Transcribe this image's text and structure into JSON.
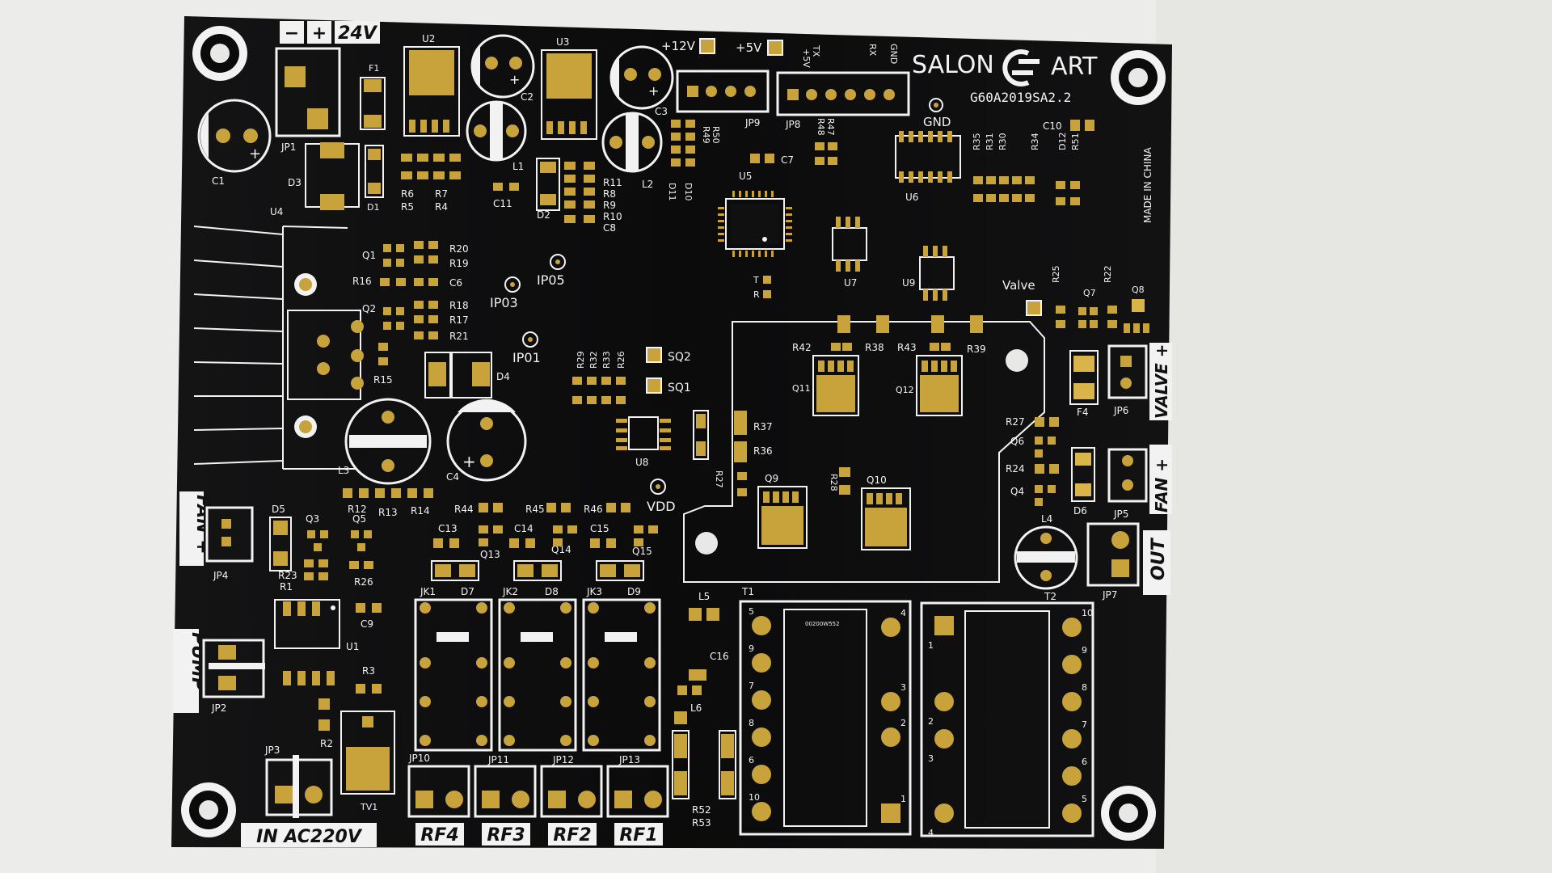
{
  "board": {
    "brand_left": "SALON",
    "brand_right": "ART",
    "part_number": "G60A2019SA2.2",
    "made_in": "MADE IN CHINA",
    "colors": {
      "solder_mask": "#0b0b0c",
      "copper": "#c8a23a",
      "silkscreen": "#f2f2f2",
      "background": "#ececea"
    }
  },
  "tabs": {
    "v24": "24V",
    "minus": "−",
    "plus": "+",
    "fan_left": "FAN +",
    "pump": "PUMP",
    "in_ac": "IN AC220V",
    "rf4": "RF4",
    "rf3": "RF3",
    "rf2": "RF2",
    "rf1": "RF1",
    "valve": "VALVE +",
    "fan_right": "FAN +",
    "out": "OUT"
  },
  "labels": {
    "v12": "+12V",
    "v5": "+5V",
    "tx": "TX",
    "rx": "RX",
    "gnd_pin": "GND",
    "p5v": "+5V",
    "gnd": "GND",
    "valve": "Valve",
    "vdd": "VDD",
    "sq2": "SQ2",
    "sq1": "SQ1",
    "ip01": "IP01",
    "ip03": "IP03",
    "ip05": "IP05",
    "t_pad": "T",
    "r_pad": "R"
  },
  "refdes": {
    "U2": "U2",
    "U3": "U3",
    "U4": "U4",
    "U5": "U5",
    "U6": "U6",
    "U7": "U7",
    "U8": "U8",
    "U9": "U9",
    "U1": "U1",
    "C1": "C1",
    "C2": "C2",
    "C3": "C3",
    "C4": "C4",
    "C6": "C6",
    "C7": "C7",
    "C8": "C8",
    "C9": "C9",
    "C10": "C10",
    "C11": "C11",
    "C13": "C13",
    "C14": "C14",
    "C15": "C15",
    "C16": "C16",
    "JP1": "JP1",
    "JP2": "JP2",
    "JP3": "JP3",
    "JP4": "JP4",
    "JP5": "JP5",
    "JP6": "JP6",
    "JP7": "JP7",
    "JP8": "JP8",
    "JP9": "JP9",
    "JP10": "JP10",
    "JP11": "JP11",
    "JP12": "JP12",
    "JP13": "JP13",
    "F1": "F1",
    "F4": "F4",
    "D1": "D1",
    "D2": "D2",
    "D3": "D3",
    "D4": "D4",
    "D5": "D5",
    "D6": "D6",
    "D7": "D7",
    "D8": "D8",
    "D9": "D9",
    "D10": "D10",
    "D11": "D11",
    "D12": "D12",
    "L1": "L1",
    "L2": "L2",
    "L3": "L3",
    "L4": "L4",
    "L5": "L5",
    "L6": "L6",
    "Q1": "Q1",
    "Q2": "Q2",
    "Q3": "Q3",
    "Q4": "Q4",
    "Q5": "Q5",
    "Q6": "Q6",
    "Q7": "Q7",
    "Q8": "Q8",
    "Q9": "Q9",
    "Q10": "Q10",
    "Q11": "Q11",
    "Q12": "Q12",
    "Q13": "Q13",
    "Q14": "Q14",
    "Q15": "Q15",
    "JK1": "JK1",
    "JK2": "JK2",
    "JK3": "JK3",
    "T1": "T1",
    "T2": "T2",
    "TV1": "TV1",
    "R1": "R1",
    "R2": "R2",
    "R3": "R3",
    "R4": "R4",
    "R5": "R5",
    "R6": "R6",
    "R7": "R7",
    "R8": "R8",
    "R9": "R9",
    "R10": "R10",
    "R11": "R11",
    "R12": "R12",
    "R13": "R13",
    "R14": "R14",
    "R15": "R15",
    "R16": "R16",
    "R17": "R17",
    "R18": "R18",
    "R19": "R19",
    "R20": "R20",
    "R21": "R21",
    "R22": "R22",
    "R23": "R23",
    "R24": "R24",
    "R25": "R25",
    "R26": "R26",
    "R27": "R27",
    "R28": "R28",
    "R29": "R29",
    "R32": "R32",
    "R33": "R33",
    "R26b": "R26",
    "R30": "R30",
    "R31": "R31",
    "R34": "R34",
    "R35": "R35",
    "R36": "R36",
    "R37": "R37",
    "R38": "R38",
    "R39": "R39",
    "R42": "R42",
    "R43": "R43",
    "R44": "R44",
    "R45": "R45",
    "R46": "R46",
    "R47": "R47",
    "R48": "R48",
    "R49": "R49",
    "R50": "R50",
    "R51": "R51",
    "R52": "R52",
    "R53": "R53",
    "R27b": "R27"
  },
  "transformer": {
    "chip_text": "00200W552",
    "t1_left_pins": [
      "5",
      "9",
      "7",
      "8",
      "6",
      "10"
    ],
    "t1_right_pins": [
      "4",
      "3",
      "2",
      "1"
    ],
    "t2_left_pins": [
      "1",
      "2",
      "3",
      "4"
    ],
    "t2_right_pins": [
      "10",
      "9",
      "8",
      "7",
      "6",
      "5"
    ]
  }
}
